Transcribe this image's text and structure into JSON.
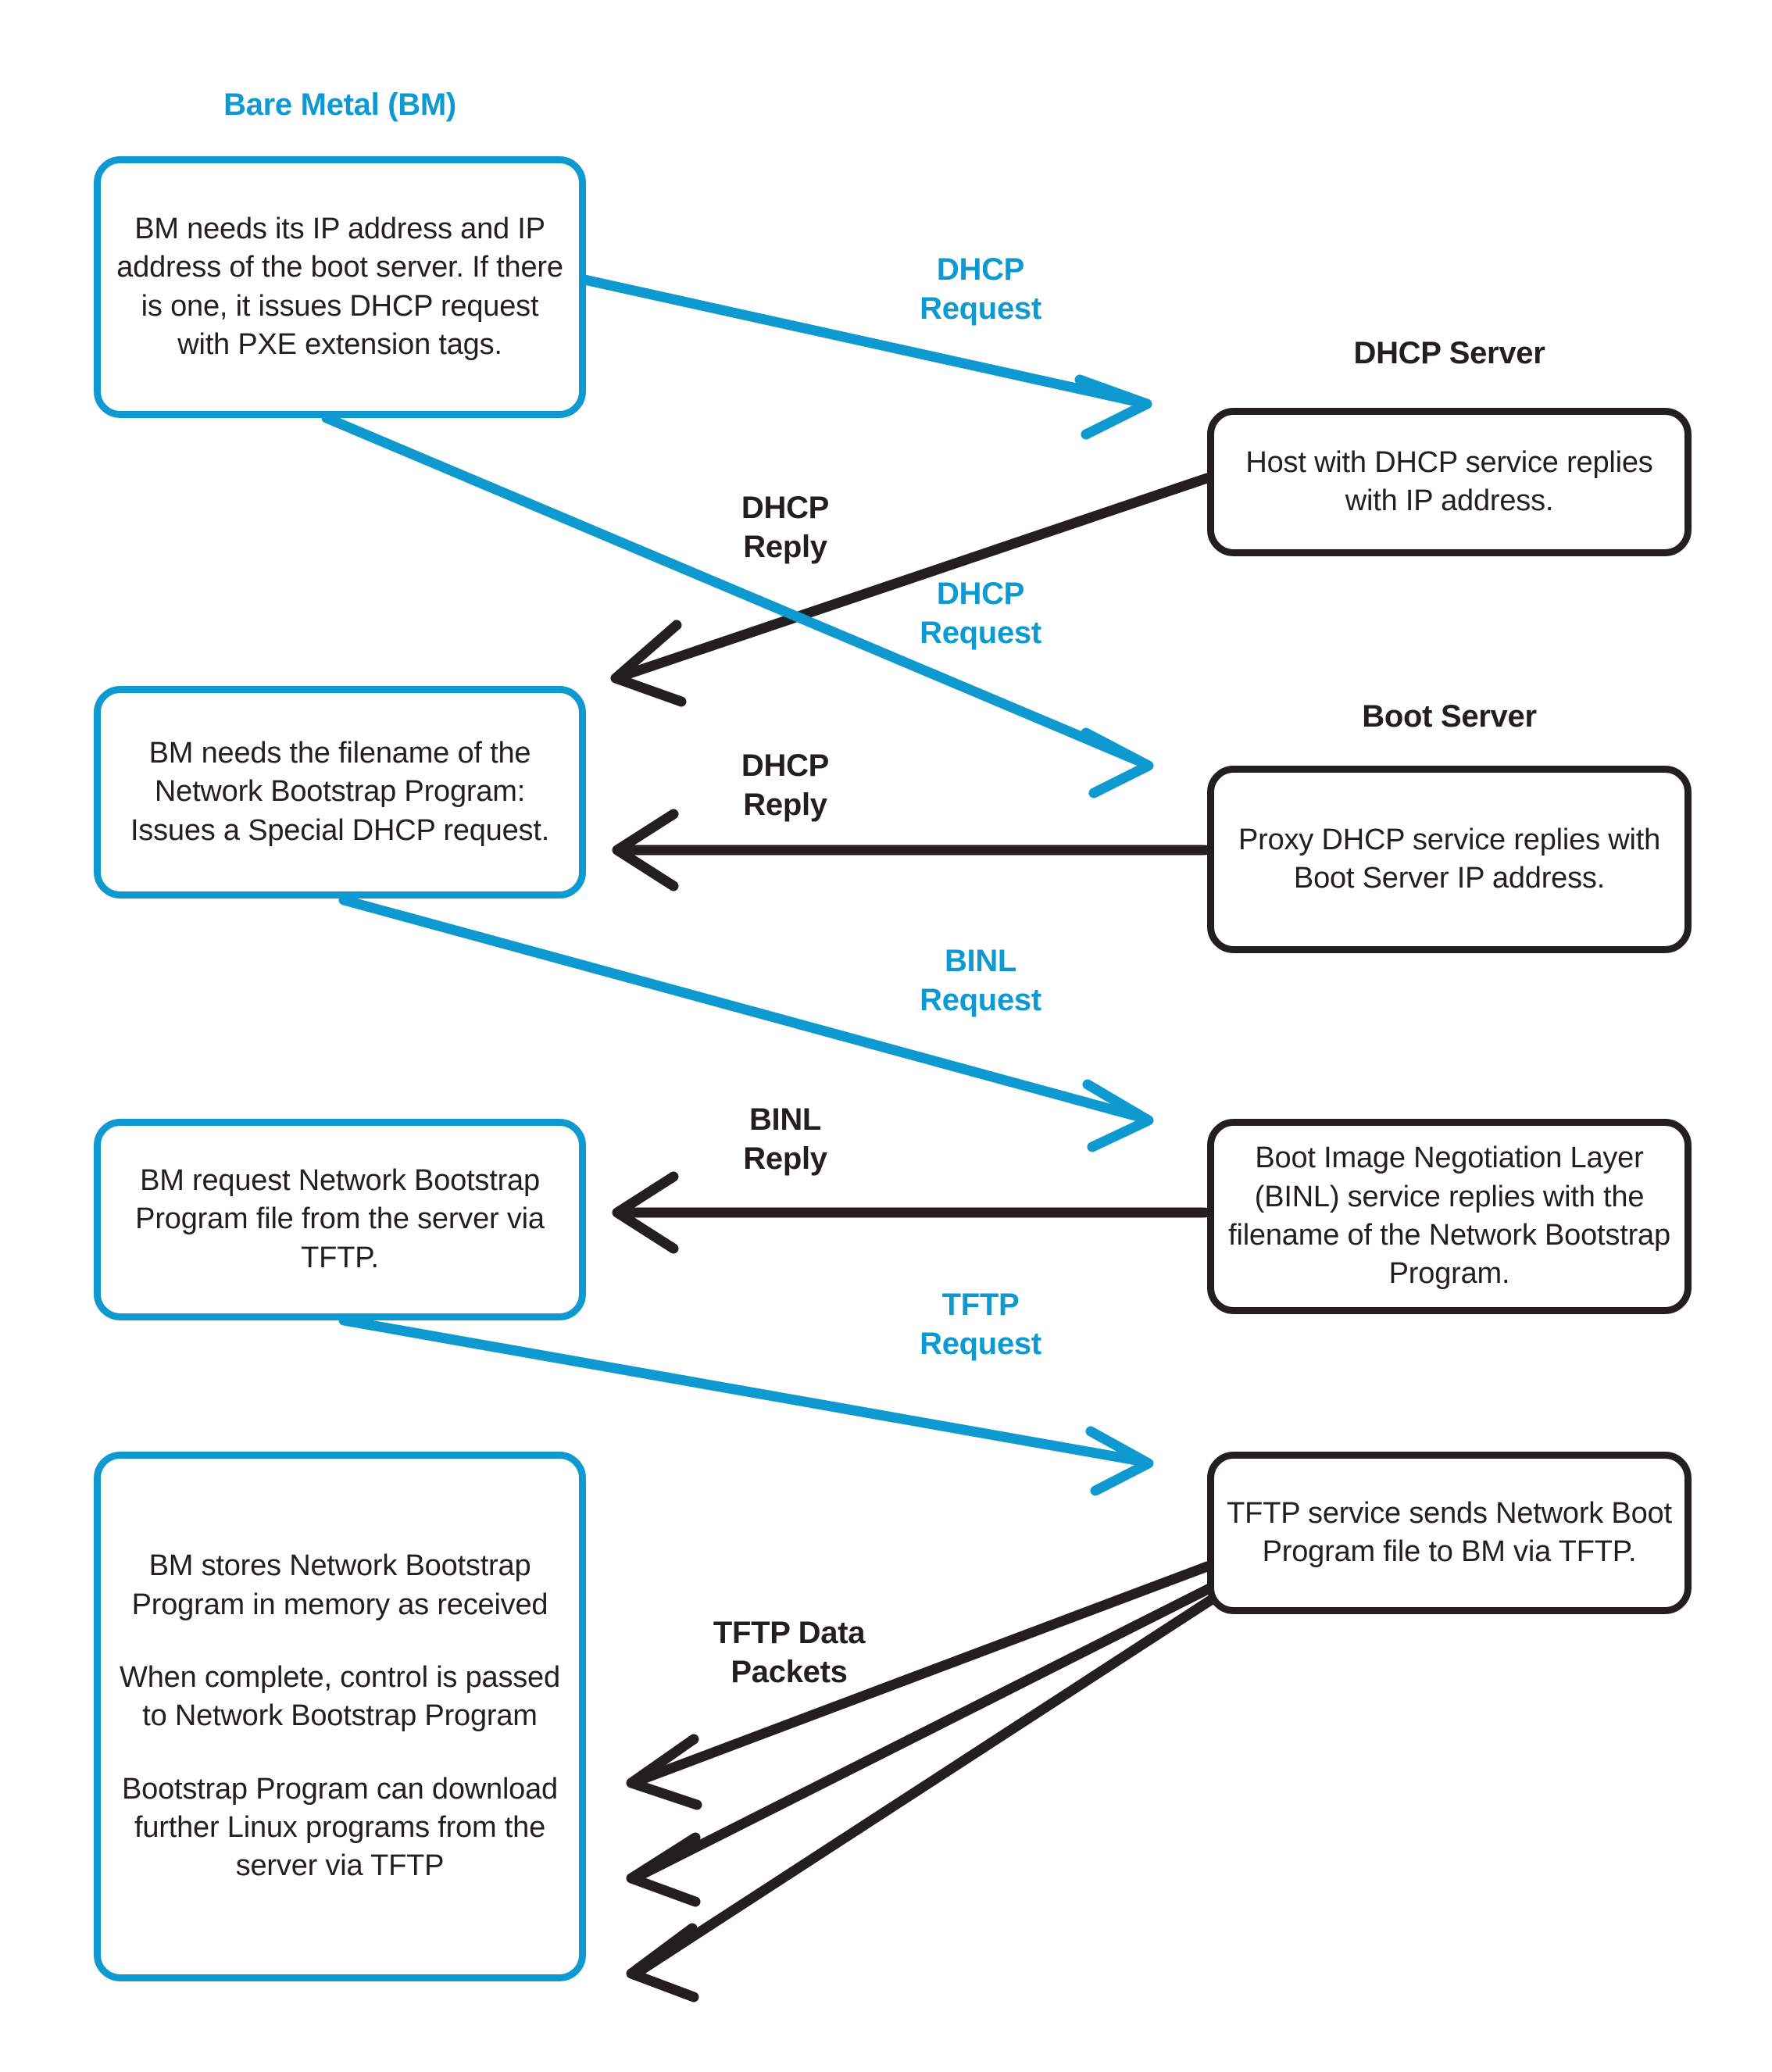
{
  "diagram": {
    "title_bare_metal": "Bare Metal (BM)",
    "title_dhcp_server": "DHCP Server",
    "title_boot_server": "Boot Server",
    "colors": {
      "client_accent": "#0e9ad1",
      "server_accent": "#231f20",
      "background": "#ffffff"
    },
    "client_boxes": [
      {
        "name": "bm-dhcp-request-box",
        "lines": [
          "BM needs its IP address and IP address of the boot server. If there is one, it issues DHCP request with PXE extension tags."
        ]
      },
      {
        "name": "bm-filename-request-box",
        "lines": [
          "BM needs the filename of the Network Bootstrap Program: Issues a Special DHCP request."
        ]
      },
      {
        "name": "bm-tftp-request-box",
        "lines": [
          "BM request Network Bootstrap Program file from the server via TFTP."
        ]
      },
      {
        "name": "bm-store-program-box",
        "lines": [
          "BM stores Network Bootstrap Program in memory as received",
          "When complete, control is passed to Network Bootstrap Program",
          "Bootstrap Program can download further Linux programs from the server via TFTP"
        ]
      }
    ],
    "server_boxes": [
      {
        "name": "dhcp-server-box",
        "lines": [
          "Host with DHCP service replies with IP address."
        ]
      },
      {
        "name": "proxy-dhcp-box",
        "lines": [
          "Proxy DHCP service replies with Boot Server IP address."
        ]
      },
      {
        "name": "binl-service-box",
        "lines": [
          "Boot Image Negotiation Layer (BINL) service replies with the filename of the Network Bootstrap Program."
        ]
      },
      {
        "name": "tftp-service-box",
        "lines": [
          "TFTP service sends Network Boot Program file to BM via TFTP."
        ]
      }
    ],
    "edge_labels": [
      {
        "name": "dhcp-request-1-label",
        "text": "DHCP\nRequest",
        "color": "client"
      },
      {
        "name": "dhcp-reply-1-label",
        "text": "DHCP\nReply",
        "color": "server"
      },
      {
        "name": "dhcp-request-2-label",
        "text": "DHCP\nRequest",
        "color": "client"
      },
      {
        "name": "dhcp-reply-2-label",
        "text": "DHCP\nReply",
        "color": "server"
      },
      {
        "name": "binl-request-label",
        "text": "BINL\nRequest",
        "color": "client"
      },
      {
        "name": "binl-reply-label",
        "text": "BINL\nReply",
        "color": "server"
      },
      {
        "name": "tftp-request-label",
        "text": "TFTP\nRequest",
        "color": "client"
      },
      {
        "name": "tftp-data-packets-label",
        "text": "TFTP Data\nPackets",
        "color": "server"
      }
    ]
  }
}
